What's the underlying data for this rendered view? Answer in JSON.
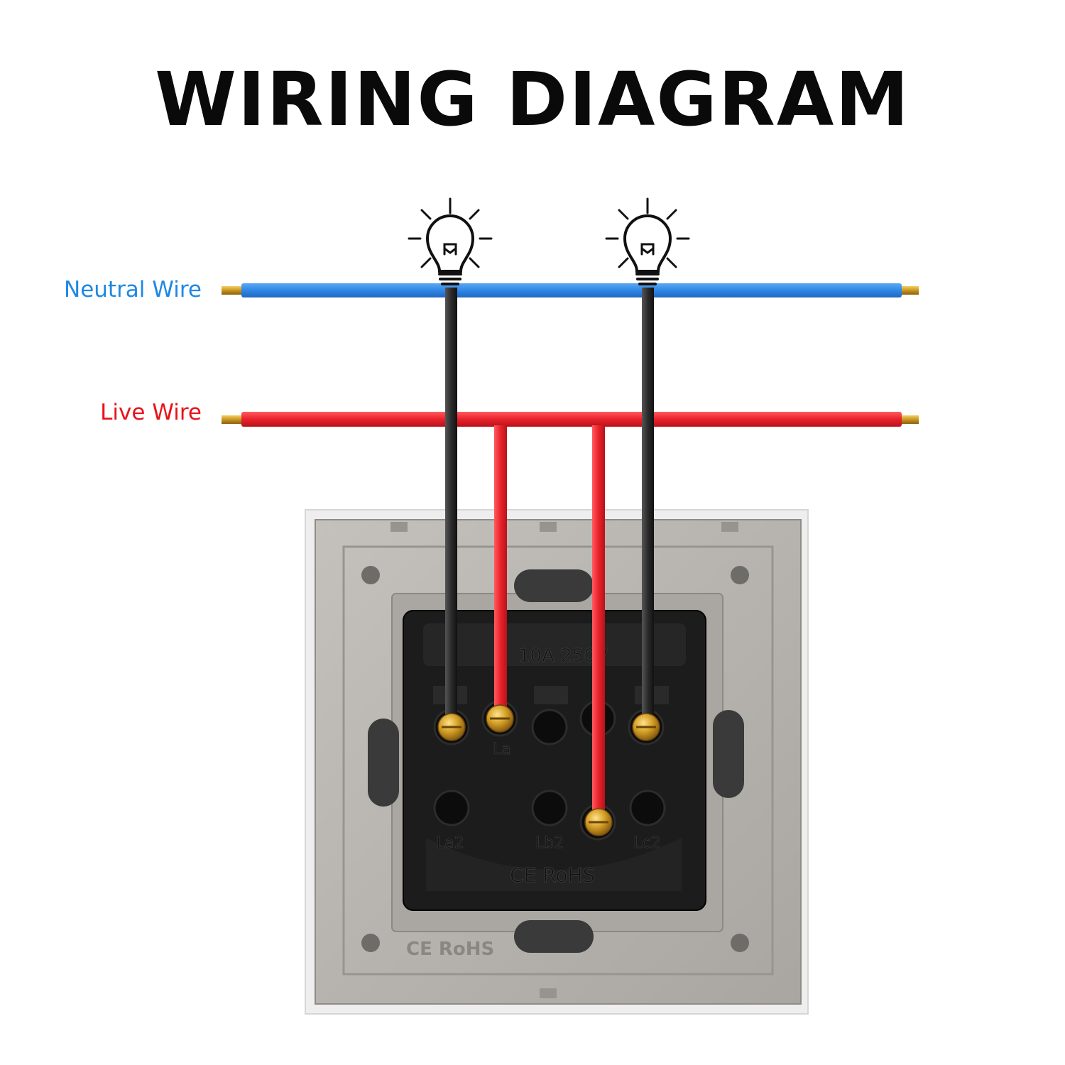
{
  "title": "WIRING DIAGRAM",
  "labels": {
    "neutral": "Neutral Wire",
    "live": "Live Wire"
  },
  "module_markings": {
    "rating": "10A 250V",
    "terminal_la": "La",
    "terminal_la2": "La2",
    "terminal_lb2": "Lb2",
    "terminal_lc2": "Lc2",
    "module_cert": "CE RoHS",
    "plate_cert": "CE RoHS"
  },
  "colors": {
    "neutral": "#2f86e6",
    "live": "#e8222b",
    "lamp_wire": "#2b2b2b",
    "brass": "#c8961e",
    "plate": "#b8b5b0",
    "module": "#1c1c1c"
  },
  "icons": [
    "light-bulb-icon",
    "light-bulb-icon"
  ]
}
